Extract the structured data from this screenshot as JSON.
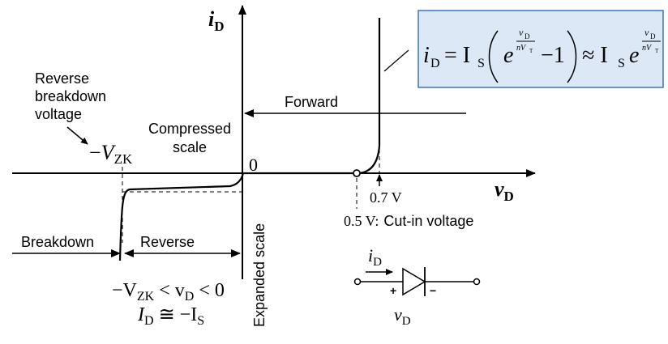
{
  "axes": {
    "y_label": {
      "main": "i",
      "sub": "D"
    },
    "x_label": {
      "main": "v",
      "sub": "D"
    },
    "origin_label": "0"
  },
  "labels": {
    "reverse_breakdown": [
      "Reverse",
      "breakdown",
      "voltage"
    ],
    "vzk": {
      "sign": "−",
      "main": "V",
      "sub": "ZK"
    },
    "compressed": [
      "Compressed",
      "scale"
    ],
    "forward": "Forward",
    "breakdown": "Breakdown",
    "reverse": "Reverse",
    "expanded": "Expanded scale",
    "v07": "0.7 V",
    "v05_value": "0.5 V:",
    "v05_text": "Cut-in voltage",
    "range_cond": {
      "a": "−V",
      "a_sub": "ZK",
      "b": " < v",
      "b_sub": "D",
      "c": " < 0"
    },
    "id_approx": {
      "a": "I",
      "a_sub": "D",
      "b": " ≅ −I",
      "b_sub": "S"
    }
  },
  "equation": {
    "lhs": "i",
    "lhs_sub": "D",
    "eq": "= I",
    "is_sub": "S",
    "e": "e",
    "exp_num": "v",
    "exp_num_sub": "D",
    "exp_den": "nV",
    "exp_den_sub": "T",
    "minus_one": "−1",
    "approx": "≈ I",
    "approx_sub": "S",
    "e2": "e"
  },
  "diode_symbol": {
    "current": {
      "main": "i",
      "sub": "D"
    },
    "plus": "+",
    "minus": "−",
    "voltage": {
      "main": "v",
      "sub": "D"
    }
  },
  "colors": {
    "equation_fill": "#dce8f5",
    "equation_border": "#3a73c4"
  }
}
